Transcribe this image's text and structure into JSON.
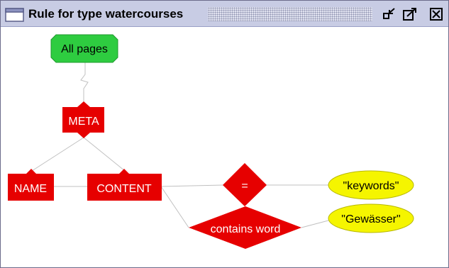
{
  "window": {
    "title": "Rule for type watercourses",
    "window_icon": "window-icon",
    "buttons": [
      {
        "name": "minimize-button",
        "icon": "minimize-icon"
      },
      {
        "name": "maximize-button",
        "icon": "maximize-icon"
      },
      {
        "name": "close-button",
        "icon": "close-icon"
      }
    ]
  },
  "diagram": {
    "colors": {
      "root_fill": "#2ecc40",
      "element_fill": "#e60000",
      "value_fill": "#f5f500",
      "edge": "#c0c0c0"
    },
    "nodes": {
      "all_pages": "All pages",
      "meta": "META",
      "name": "NAME",
      "content": "CONTENT",
      "equals": "=",
      "contains_word": "contains word",
      "keywords": "\"keywords\"",
      "gewasser": "\"Gewässer\""
    }
  }
}
